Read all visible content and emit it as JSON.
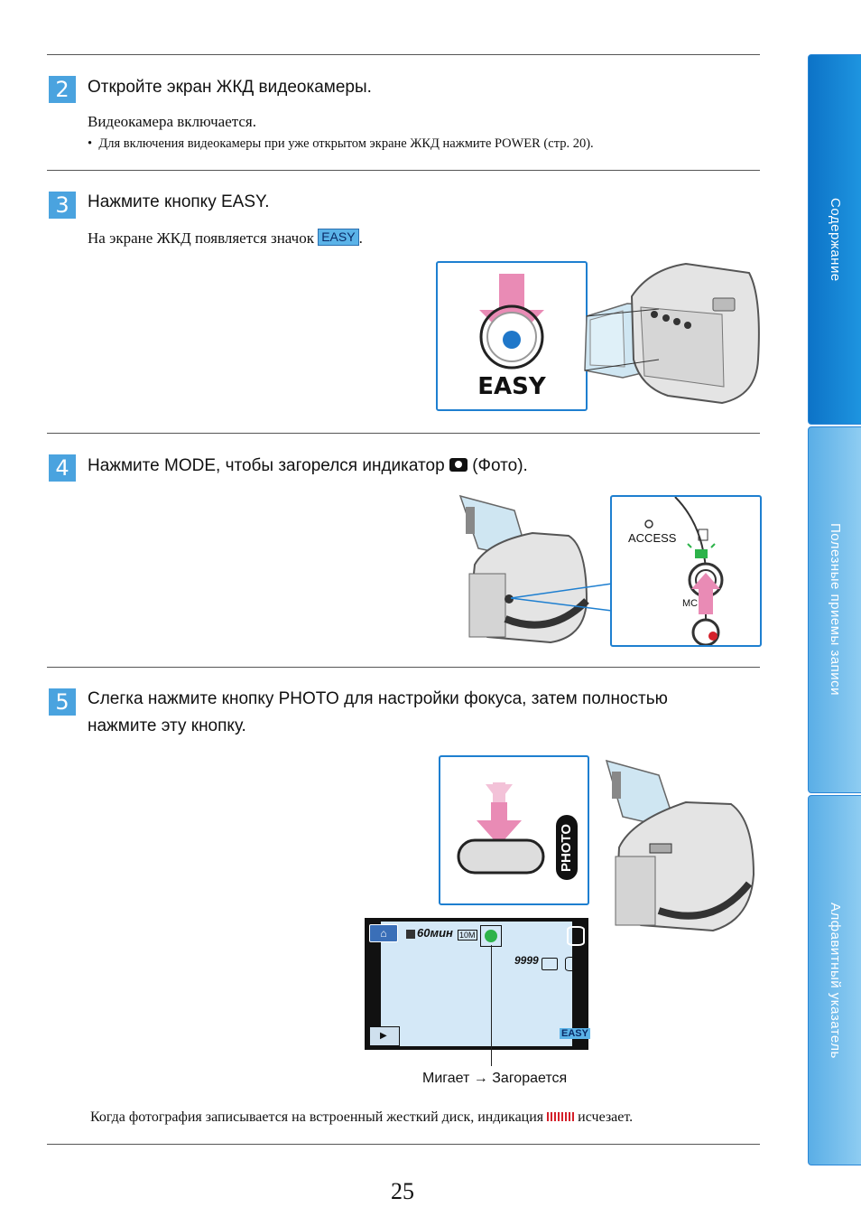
{
  "steps": [
    {
      "num": "2",
      "title": "Откройте экран ЖКД видеокамеры.",
      "text": "Видеокамера включается.",
      "bullet": "Для включения видеокамеры при уже открытом экране ЖКД нажмите POWER (стр. 20)."
    },
    {
      "num": "3",
      "title": "Нажмите кнопку EASY.",
      "text_before": "На экране ЖКД появляется значок",
      "text_after": ".",
      "badge": "EASY",
      "figure_label": "EASY"
    },
    {
      "num": "4",
      "title_before": "Нажмите MODE, чтобы загорелся индикатор",
      "title_after": "(Фото).",
      "access_label": "ACCESS",
      "mode_label": "MC"
    },
    {
      "num": "5",
      "title_line1": "Слегка нажмите кнопку PHOTO для настройки фокуса, затем полностью",
      "title_line2": "нажмите эту кнопку.",
      "photo_label": "PHOTO"
    }
  ],
  "lcd": {
    "time": "60мин",
    "count": "9999",
    "easy": "EASY",
    "size": "10M"
  },
  "caption": {
    "blinks": "Мигает",
    "arrow": "→",
    "lights": "Загорается"
  },
  "footnote": {
    "before": "Когда фотография записывается на встроенный жесткий диск, индикация",
    "after": "исчезает."
  },
  "page_number": "25",
  "side_tabs": [
    "Содержание",
    "Полезные приемы записи",
    "Алфавитный указатель"
  ],
  "colors": {
    "accent": "#4aa3df",
    "tab_blue": "#1e8ad6",
    "tab_light": "#7cc3ef",
    "pink": "#e98bb5",
    "green": "#2db34a"
  }
}
